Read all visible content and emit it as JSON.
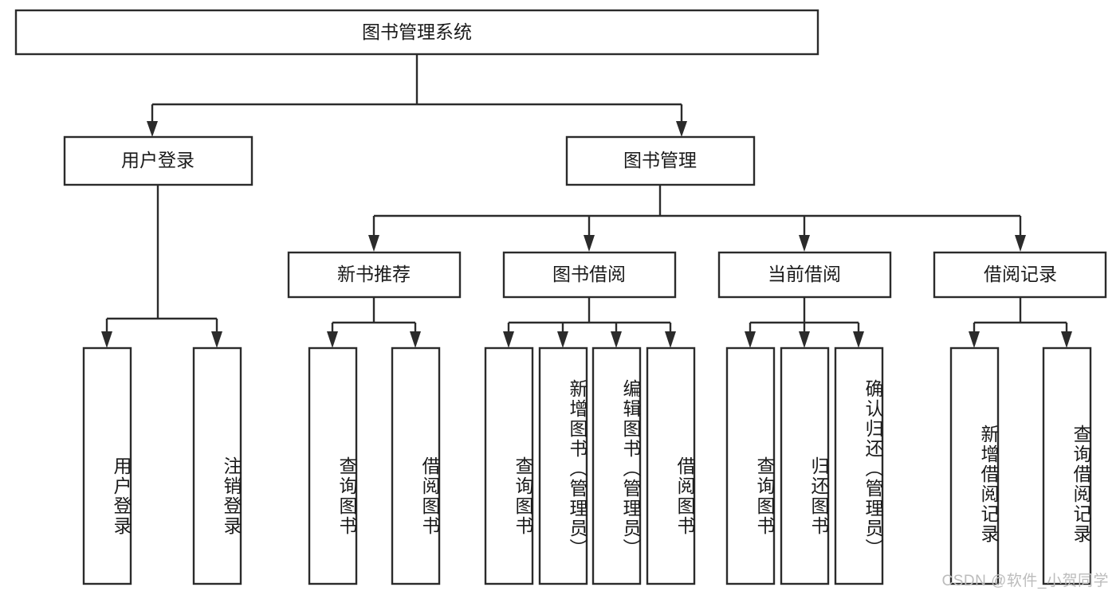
{
  "diagram": {
    "type": "tree",
    "title": "图书管理系统",
    "watermark": "CSDN @软件_小贺同学",
    "colors": {
      "box_stroke": "#2b2b2b",
      "box_fill": "#ffffff",
      "text": "#1a1a1a",
      "background": "#ffffff",
      "watermark": "#bcbcbc"
    },
    "root": {
      "label": "图书管理系统"
    },
    "level2": [
      {
        "label": "用户登录"
      },
      {
        "label": "图书管理"
      }
    ],
    "level3": [
      {
        "label": "新书推荐"
      },
      {
        "label": "图书借阅"
      },
      {
        "label": "当前借阅"
      },
      {
        "label": "借阅记录"
      }
    ],
    "leaves": [
      {
        "label": "用户登录",
        "parent": "用户登录"
      },
      {
        "label": "注销登录",
        "parent": "用户登录"
      },
      {
        "label": "查询图书",
        "parent": "新书推荐"
      },
      {
        "label": "借阅图书",
        "parent": "新书推荐"
      },
      {
        "label": "查询图书",
        "parent": "图书借阅"
      },
      {
        "label": "新增图书（管理员）",
        "parent": "图书借阅"
      },
      {
        "label": "编辑图书（管理员）",
        "parent": "图书借阅"
      },
      {
        "label": "借阅图书",
        "parent": "图书借阅"
      },
      {
        "label": "查询图书",
        "parent": "当前借阅"
      },
      {
        "label": "归还图书",
        "parent": "当前借阅"
      },
      {
        "label": "确认归还（管理员）",
        "parent": "当前借阅"
      },
      {
        "label": "新增借阅记录",
        "parent": "借阅记录"
      },
      {
        "label": "查询借阅记录",
        "parent": "借阅记录"
      }
    ]
  }
}
